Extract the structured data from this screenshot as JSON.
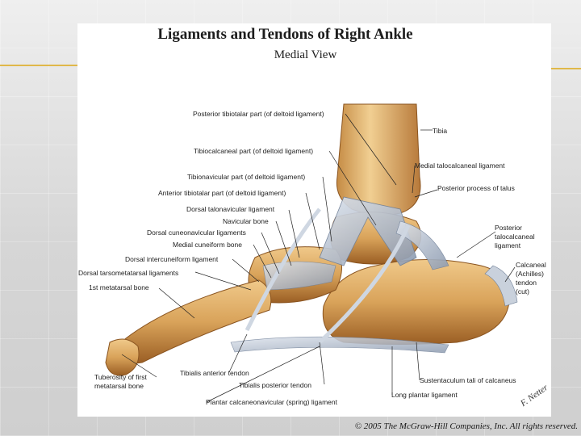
{
  "figure": {
    "title": "Ligaments and Tendons of Right Ankle",
    "subtitle": "Medial View",
    "labels": {
      "posterior_tibiotalar": "Posterior tibiotalar part (of deltoid ligament)",
      "tibia": "Tibia",
      "tibiocalcaneal": "Tibiocalcaneal part (of deltoid ligament)",
      "medial_talocalcaneal": "Medial talocalcaneal ligament",
      "tibionavicular": "Tibionavicular part (of deltoid ligament)",
      "anterior_tibiotalar": "Anterior tibiotalar part (of deltoid ligament)",
      "posterior_process_talus": "Posterior process of talus",
      "dorsal_talonavicular": "Dorsal talonavicular ligament",
      "navicular_bone": "Navicular bone",
      "dorsal_cuneonavicular": "Dorsal cuneonavicular ligaments",
      "medial_cuneiform": "Medial cuneiform bone",
      "posterior_talocalcaneal": "Posterior talocalcaneal ligament",
      "dorsal_intercuneiform": "Dorsal intercuneiform ligament",
      "calcaneal_tendon": "Calcaneal (Achilles) tendon (cut)",
      "dorsal_tarsometatarsal": "Dorsal tarsometatarsal ligaments",
      "first_metatarsal": "1st metatarsal bone",
      "tibialis_anterior": "Tibialis anterior tendon",
      "tuberosity_first_metatarsal": "Tuberosity of first metatarsal bone",
      "tibialis_posterior": "Tibialis posterior tendon",
      "sustentaculum_tali": "Sustentaculum tali of calcaneus",
      "long_plantar": "Long plantar ligament",
      "plantar_calcaneonavicular": "Plantar calcaneonavicular (spring) ligament"
    },
    "signature": "F. Netter"
  },
  "footer": {
    "copyright": "© 2005 The McGraw-Hill Companies, Inc. All rights reserved."
  },
  "colors": {
    "bone": "#d9a35a",
    "bone_shadow": "#a86a2a",
    "ligament": "#b9c3d1",
    "accent_line": "#e0b84a"
  }
}
